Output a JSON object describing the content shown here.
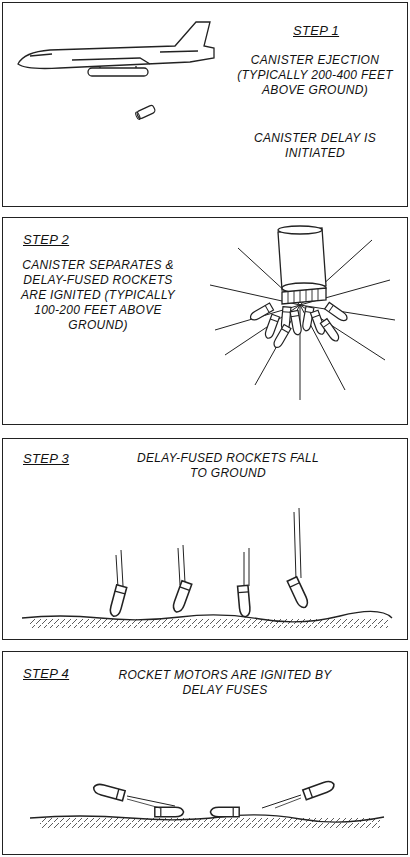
{
  "diagram": {
    "nodes": [
      {
        "text": [
          "STEP 1",
          "CANISTER EJECTION (TYPICALLY 200-400 FEET ABOVE GROUND)",
          "CANISTER DELAY IS INITIATED"
        ]
      },
      {
        "text": [
          "STEP 2",
          "CANISTER SEPARATES & DELAY-FUSED ROCKETS ARE IGNITED (TYPICALLY 100-200 FEET ABOVE GROUND)"
        ]
      },
      {
        "text": [
          "STEP 3",
          "DELAY-FUSED ROCKETS FALL TO GROUND"
        ]
      },
      {
        "text": [
          "STEP 4",
          "ROCKET MOTORS ARE IGNITED BY DELAY FUSES"
        ]
      }
    ]
  }
}
